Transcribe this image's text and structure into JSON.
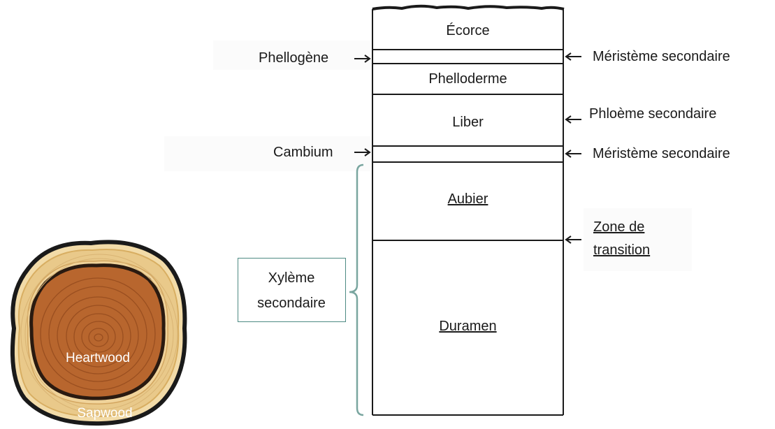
{
  "layers": {
    "ecorce": "Écorce",
    "phelloderme": "Phelloderme",
    "liber": "Liber",
    "aubier": "Aubier",
    "duramen": "Duramen"
  },
  "left_labels": {
    "phellogene": "Phellogène",
    "cambium": "Cambium"
  },
  "right_labels": {
    "meristeme_1": "Méristème secondaire",
    "phloeme": "Phloème secondaire",
    "meristeme_2": "Méristème secondaire",
    "transition_line1": "Zone de",
    "transition_line2": "transition"
  },
  "xyleme": {
    "line1": "Xylème",
    "line2": "secondaire"
  },
  "trunk": {
    "heartwood": "Heartwood",
    "sapwood": "Sapwood"
  },
  "colors": {
    "bracket": "#7aa6a0",
    "box_border": "#4e8a83",
    "bark": "#1a1a1a",
    "sapwood": "#e9c98a",
    "heartwood": "#b8662e"
  }
}
